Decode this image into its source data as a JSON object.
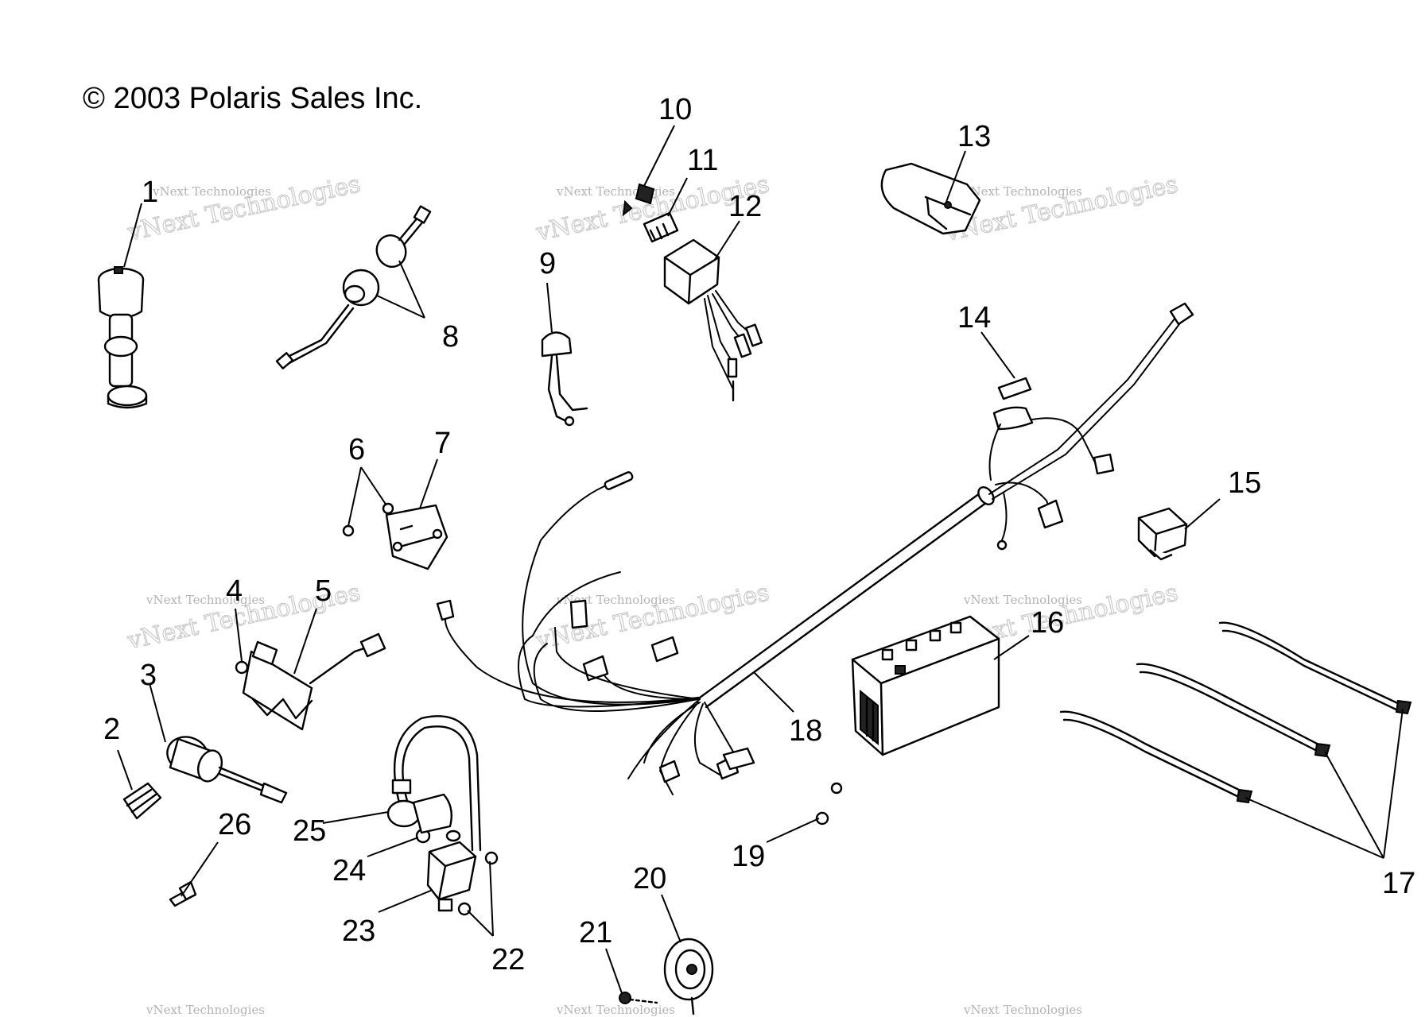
{
  "copyright": "© 2003 Polaris Sales Inc.",
  "watermark": {
    "line1": "vNext Technologies",
    "line2": "vNext Technologies"
  },
  "callouts": [
    "1",
    "2",
    "3",
    "4",
    "5",
    "6",
    "7",
    "8",
    "9",
    "10",
    "11",
    "12",
    "13",
    "14",
    "15",
    "16",
    "17",
    "18",
    "19",
    "20",
    "21",
    "22",
    "23",
    "24",
    "25",
    "26"
  ],
  "parts": [
    {
      "number": "1",
      "icon": "ignition-switch-icon"
    },
    {
      "number": "2",
      "icon": "terminal-clip-icon"
    },
    {
      "number": "3",
      "icon": "starter-solenoid-icon"
    },
    {
      "number": "4",
      "icon": "screw-icon"
    },
    {
      "number": "5",
      "icon": "regulator-rectifier-icon"
    },
    {
      "number": "6",
      "icon": "screw-icon"
    },
    {
      "number": "7",
      "icon": "relay-box-icon"
    },
    {
      "number": "8",
      "icon": "indicator-lamp-icon"
    },
    {
      "number": "9",
      "icon": "socket-icon"
    },
    {
      "number": "10",
      "icon": "clip-icon"
    },
    {
      "number": "11",
      "icon": "connector-icon"
    },
    {
      "number": "12",
      "icon": "cdi-module-icon"
    },
    {
      "number": "13",
      "icon": "fuse-holder-icon"
    },
    {
      "number": "14",
      "icon": "fuse-icon"
    },
    {
      "number": "15",
      "icon": "relay-icon"
    },
    {
      "number": "16",
      "icon": "battery-icon"
    },
    {
      "number": "17",
      "icon": "cable-tie-icon"
    },
    {
      "number": "18",
      "icon": "wire-harness-icon"
    },
    {
      "number": "19",
      "icon": "bolt-icon"
    },
    {
      "number": "20",
      "icon": "horn-icon"
    },
    {
      "number": "21",
      "icon": "screw-icon"
    },
    {
      "number": "22",
      "icon": "bolt-icon"
    },
    {
      "number": "23",
      "icon": "ignition-coil-icon"
    },
    {
      "number": "24",
      "icon": "washer-icon"
    },
    {
      "number": "25",
      "icon": "spark-plug-cap-icon"
    },
    {
      "number": "26",
      "icon": "key-icon"
    }
  ]
}
